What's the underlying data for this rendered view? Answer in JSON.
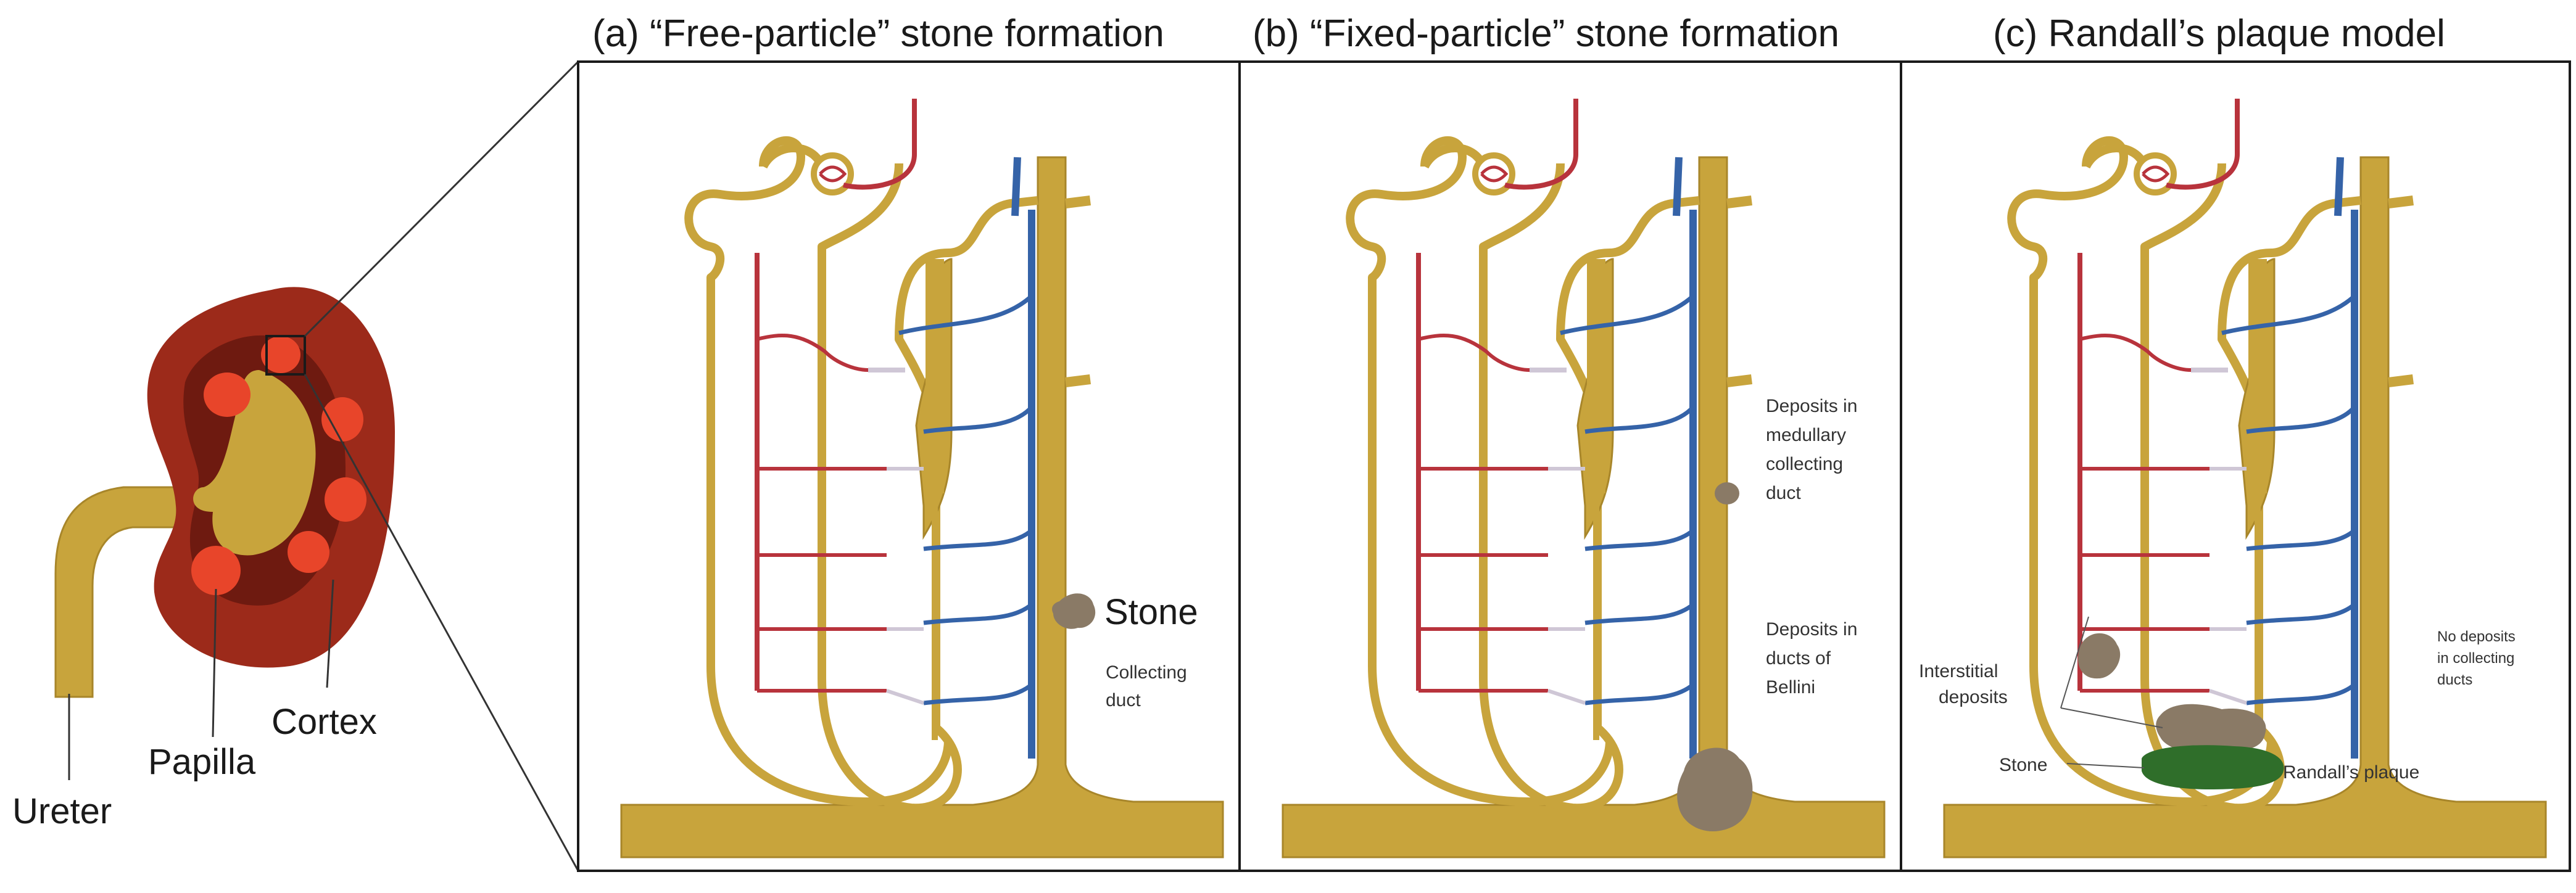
{
  "kidney": {
    "labels": {
      "ureter": "Ureter",
      "papilla": "Papilla",
      "cortex": "Cortex"
    }
  },
  "panels": [
    {
      "title": "(a) “Free-particle” stone formation",
      "labels": {
        "stone": "Stone",
        "duct_line1": "Collecting",
        "duct_line2": "duct"
      }
    },
    {
      "title": "(b) “Fixed-particle” stone formation",
      "labels": {
        "medullary_lines": [
          "Deposits in",
          "medullary",
          "collecting",
          "duct"
        ],
        "bellini_lines": [
          "Deposits in",
          "ducts of",
          "Bellini"
        ]
      }
    },
    {
      "title": "(c) Randall’s plaque model",
      "labels": {
        "no_deposits_lines": [
          "No deposits",
          "in collecting",
          "ducts"
        ],
        "interstitial_lines": [
          "Interstitial",
          "deposits"
        ],
        "stone": "Stone",
        "plaque": "Randall’s plaque"
      }
    }
  ],
  "colors": {
    "tubule": "#c8a43c",
    "tubule_edge": "#a8862a",
    "artery": "#b8333c",
    "vein": "#3563a8",
    "kidney_cortex": "#9c2a1a",
    "kidney_medulla": "#6e1a10",
    "papilla": "#e8452a",
    "deposit": "#8a7a66",
    "plaque": "#2f6e2a"
  }
}
